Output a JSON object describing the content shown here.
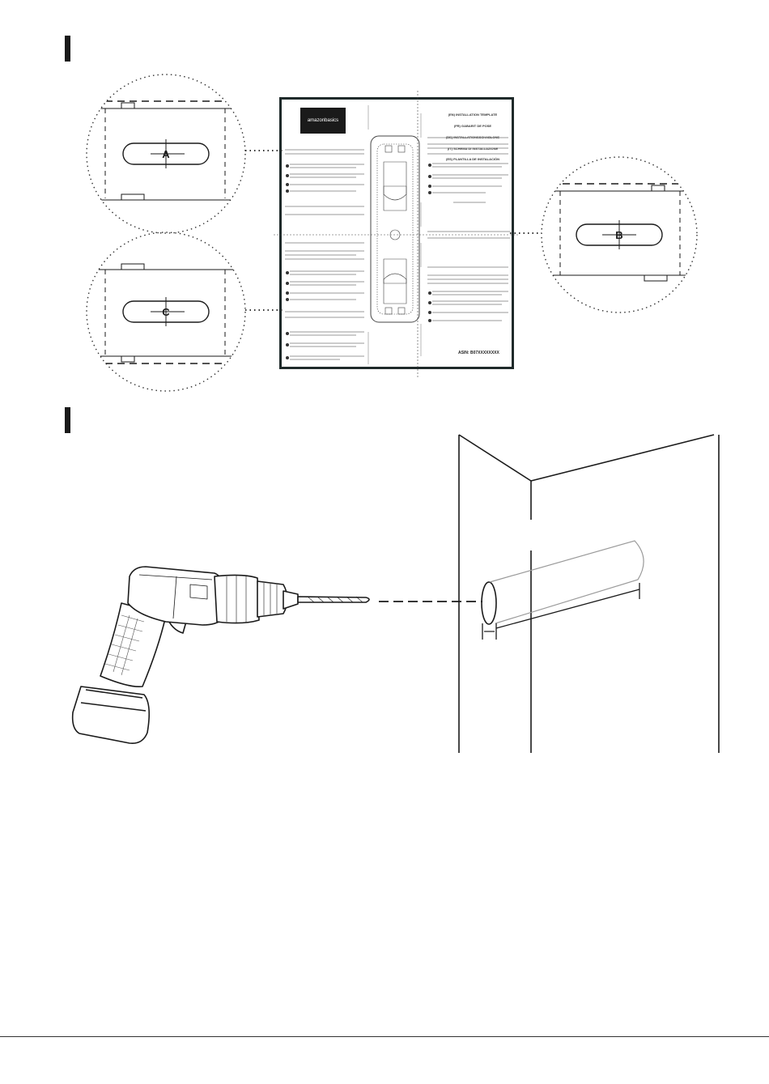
{
  "template": {
    "logo_text": "amazonbasics",
    "headings": [
      "(EN) INSTALLATION TEMPLATE",
      "(FR) GABARIT DE POSE",
      "(DE) INSTALLATIONSSCHABLONE",
      "(IT) SCHEMA DI INSTALLAZIONE",
      "(ES) PLANTILLA DE INSTALACIÓN"
    ],
    "asin": "ASIN: B07XXXXXXXX"
  },
  "callouts": {
    "a": "A",
    "b": "B",
    "c": "C"
  },
  "colors": {
    "ink": "#1a1a1a",
    "template_border": "#1f2a2a"
  }
}
